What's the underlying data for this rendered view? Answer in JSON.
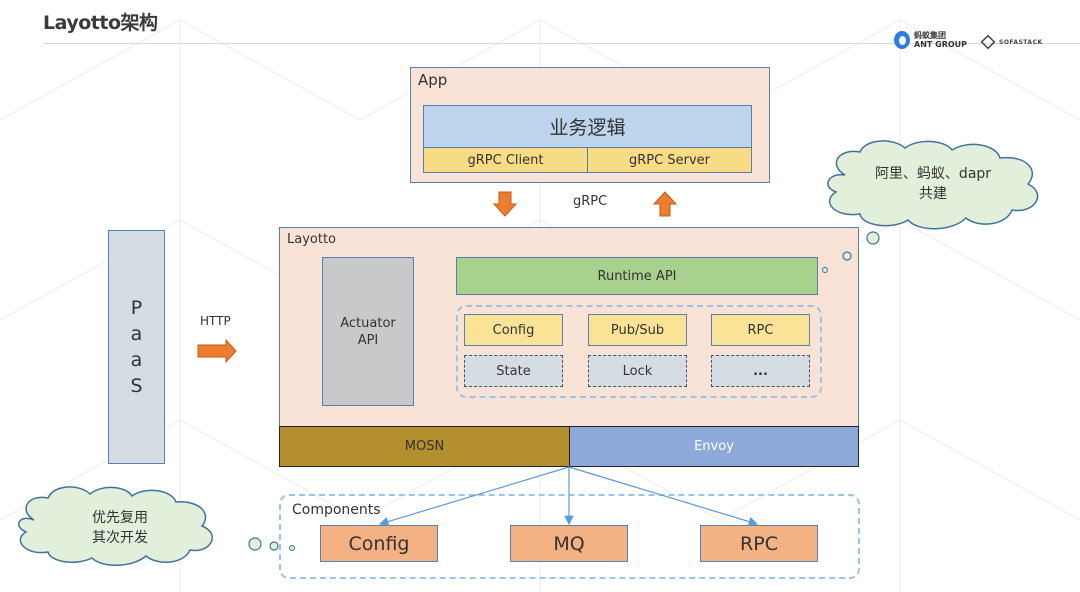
{
  "slide": {
    "title": "Layotto架构",
    "logos": {
      "ant_cn": "蚂蚁集团",
      "ant_en": "ANT GROUP",
      "sofa": "SOFASTACK"
    }
  },
  "app": {
    "label": "App",
    "business": "业务逻辑",
    "grpc_client": "gRPC Client",
    "grpc_server": "gRPC Server"
  },
  "connections": {
    "grpc": "gRPC",
    "http": "HTTP"
  },
  "paas": {
    "letters": [
      "P",
      "a",
      "a",
      "S"
    ]
  },
  "layotto": {
    "label": "Layotto",
    "actuator_line1": "Actuator",
    "actuator_line2": "API",
    "runtime_api": "Runtime API",
    "apis_row1": [
      "Config",
      "Pub/Sub",
      "RPC"
    ],
    "apis_row2": [
      "State",
      "Lock",
      "..."
    ],
    "mosn": "MOSN",
    "envoy": "Envoy"
  },
  "components": {
    "label": "Components",
    "items": [
      "Config",
      "MQ",
      "RPC"
    ]
  },
  "callouts": {
    "top_right_line1": "阿里、蚂蚁、dapr",
    "top_right_line2": "共建",
    "bottom_left_line1": "优先复用",
    "bottom_left_line2": "其次开发"
  },
  "colors": {
    "arrow": "#ed7d31",
    "cloud_fill": "#e2efda",
    "cloud_stroke": "#41719c",
    "link": "#5b9bd5"
  }
}
